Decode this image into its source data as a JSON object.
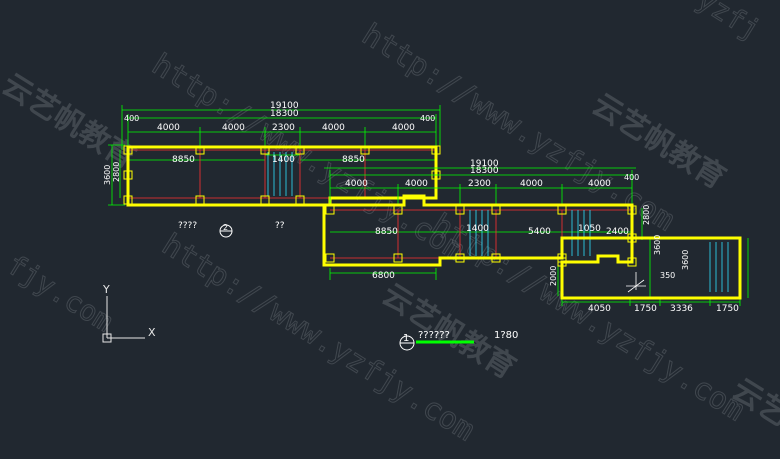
{
  "watermarks": {
    "url": "http://www.yzfjy.com",
    "brand": "云艺帆教育",
    "fragment_top_right": "yzfj",
    "fragment_left": "fjy.com",
    "fragment_bottom_right": "云艺"
  },
  "plan_left": {
    "overall_top": "19100",
    "sub_top": "18300",
    "end_left": "400",
    "end_right": "400",
    "bay_1": "4000",
    "bay_2": "4000",
    "bay_3": "2300",
    "bay_4": "4000",
    "bay_5": "4000",
    "inner_left": "8850",
    "inner_right": "8850",
    "stair_width": "1400",
    "height_outer": "3600",
    "height_inner": "2800",
    "room_tag": "????",
    "stair_tag": "??",
    "section_mark": "2"
  },
  "plan_mid": {
    "overall_top": "19100",
    "sub_top": "18300",
    "bay_1": "4000",
    "bay_2": "4000",
    "bay_3": "2300",
    "bay_4": "4000",
    "bay_5": "4000",
    "end_right": "400",
    "inner_left": "8850",
    "stair_width": "1400",
    "inner_mid": "5400",
    "stair_2": "1050",
    "inner_right": "2400",
    "bottom_dim": "6800"
  },
  "plan_right": {
    "height_top": "2800",
    "height_side": "3600",
    "height_main": "3600",
    "height_left": "2000",
    "small_dim": "350",
    "bottom_1": "4050",
    "bottom_2": "1750",
    "bottom_3": "3336",
    "bottom_4": "1750"
  },
  "title_block": {
    "number": "1",
    "name": "??????",
    "scale": "1?80"
  },
  "ucs": {
    "x_label": "X",
    "y_label": "Y"
  },
  "colors": {
    "background": "#212830",
    "wall": "#ffff00",
    "dimension": "#00ff00",
    "column": "#ffff00",
    "axis_line": "#ff3030",
    "stair": "#30e0ff",
    "text": "#ffffff"
  }
}
